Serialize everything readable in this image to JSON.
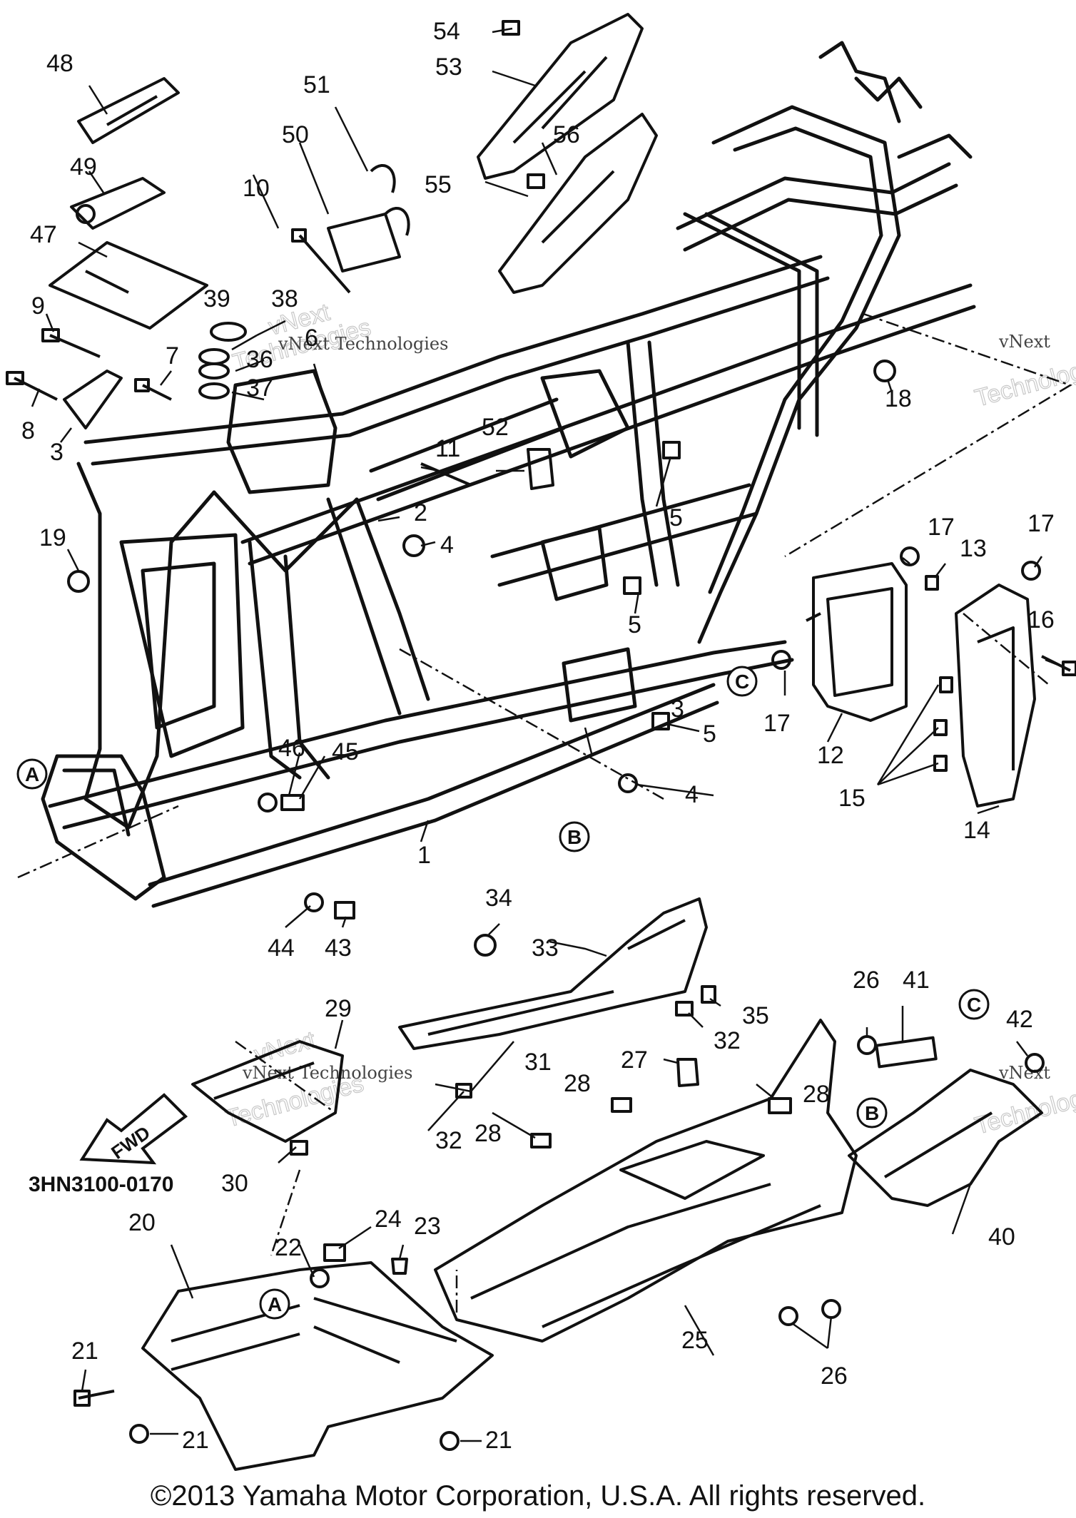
{
  "figure": {
    "part_number": "3HN3100-0170",
    "fwd_arrow_label": "FWD",
    "reference_letters": [
      "A",
      "B",
      "C"
    ],
    "watermark": {
      "line1": "vNext",
      "line2": "Technologies",
      "inline": "vNext Technologies"
    },
    "copyright": "©2013 Yamaha Motor Corporation, U.S.A. All rights reserved."
  },
  "callouts": {
    "c1": "1",
    "c2": "2",
    "c3": "3",
    "c4": "4",
    "c5": "5",
    "c6": "6",
    "c7": "7",
    "c8": "8",
    "c9": "9",
    "c10": "10",
    "c11": "11",
    "c12": "12",
    "c13": "13",
    "c14": "14",
    "c15": "15",
    "c16": "16",
    "c17": "17",
    "c18": "18",
    "c19": "19",
    "c20": "20",
    "c21": "21",
    "c22": "22",
    "c23": "23",
    "c24": "24",
    "c25": "25",
    "c26": "26",
    "c27": "27",
    "c28": "28",
    "c29": "29",
    "c30": "30",
    "c31": "31",
    "c32": "32",
    "c33": "33",
    "c34": "34",
    "c35": "35",
    "c36": "36",
    "c37": "37",
    "c38": "38",
    "c39": "39",
    "c40": "40",
    "c41": "41",
    "c42": "42",
    "c43": "43",
    "c44": "44",
    "c45": "45",
    "c46": "46",
    "c47": "47",
    "c48": "48",
    "c49": "49",
    "c50": "50",
    "c51": "51",
    "c52": "52",
    "c53": "53",
    "c54": "54",
    "c55": "55",
    "c56": "56"
  }
}
